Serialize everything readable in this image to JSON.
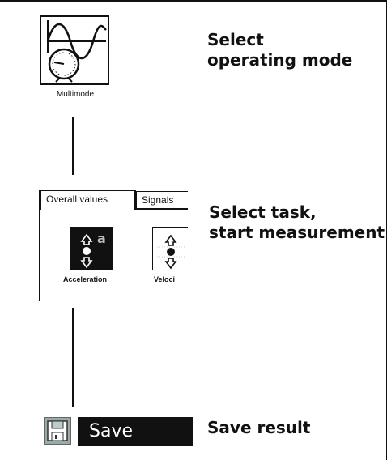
{
  "steps": [
    {
      "text": "Select\noperating mode"
    },
    {
      "text": "Select task,\nstart measurement"
    },
    {
      "text": "Save result"
    }
  ],
  "multimode": {
    "label": "Multimode",
    "icon": "multimode-sine-gauge-icon"
  },
  "tabs": [
    {
      "label": "Overall values",
      "active": true
    },
    {
      "label": "Signals",
      "active": false
    }
  ],
  "tasks": [
    {
      "label": "Acceleration",
      "badge": "a",
      "icon": "acceleration-icon",
      "selected": true
    },
    {
      "label": "Veloci",
      "icon": "velocity-icon",
      "selected": false
    }
  ],
  "save": {
    "label": "Save",
    "icon": "floppy-disk-icon"
  }
}
